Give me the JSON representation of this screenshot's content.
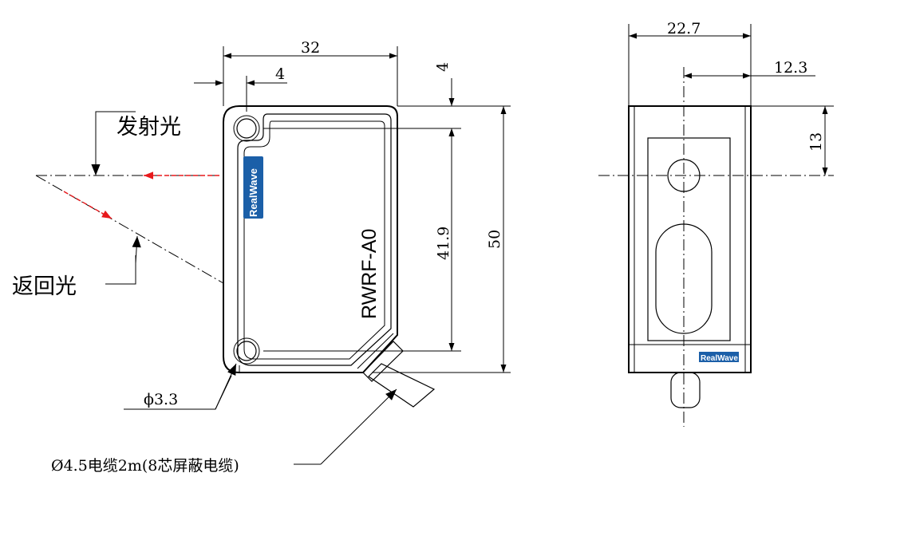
{
  "front_view": {
    "dim_width": "32",
    "dim_hole_offset": "4",
    "dim_top_offset": "4",
    "dim_hole_spacing": "41.9",
    "dim_height": "50",
    "dim_hole_diameter": "ϕ3.3",
    "label_emitted_light": "发射光",
    "label_returned_light": "返回光",
    "model_text": "RWRF-A0",
    "brand": "RealWave",
    "cable_note": "Ø4.5电缆2m(8芯屏蔽电缆)"
  },
  "side_view": {
    "dim_depth": "22.7",
    "dim_center_offset": "12.3",
    "dim_lens_height": "13",
    "brand": "RealWave"
  },
  "colors": {
    "line": "#000000",
    "laser_arrow": "#e8191c",
    "brand_badge": "#1b5fa8"
  }
}
